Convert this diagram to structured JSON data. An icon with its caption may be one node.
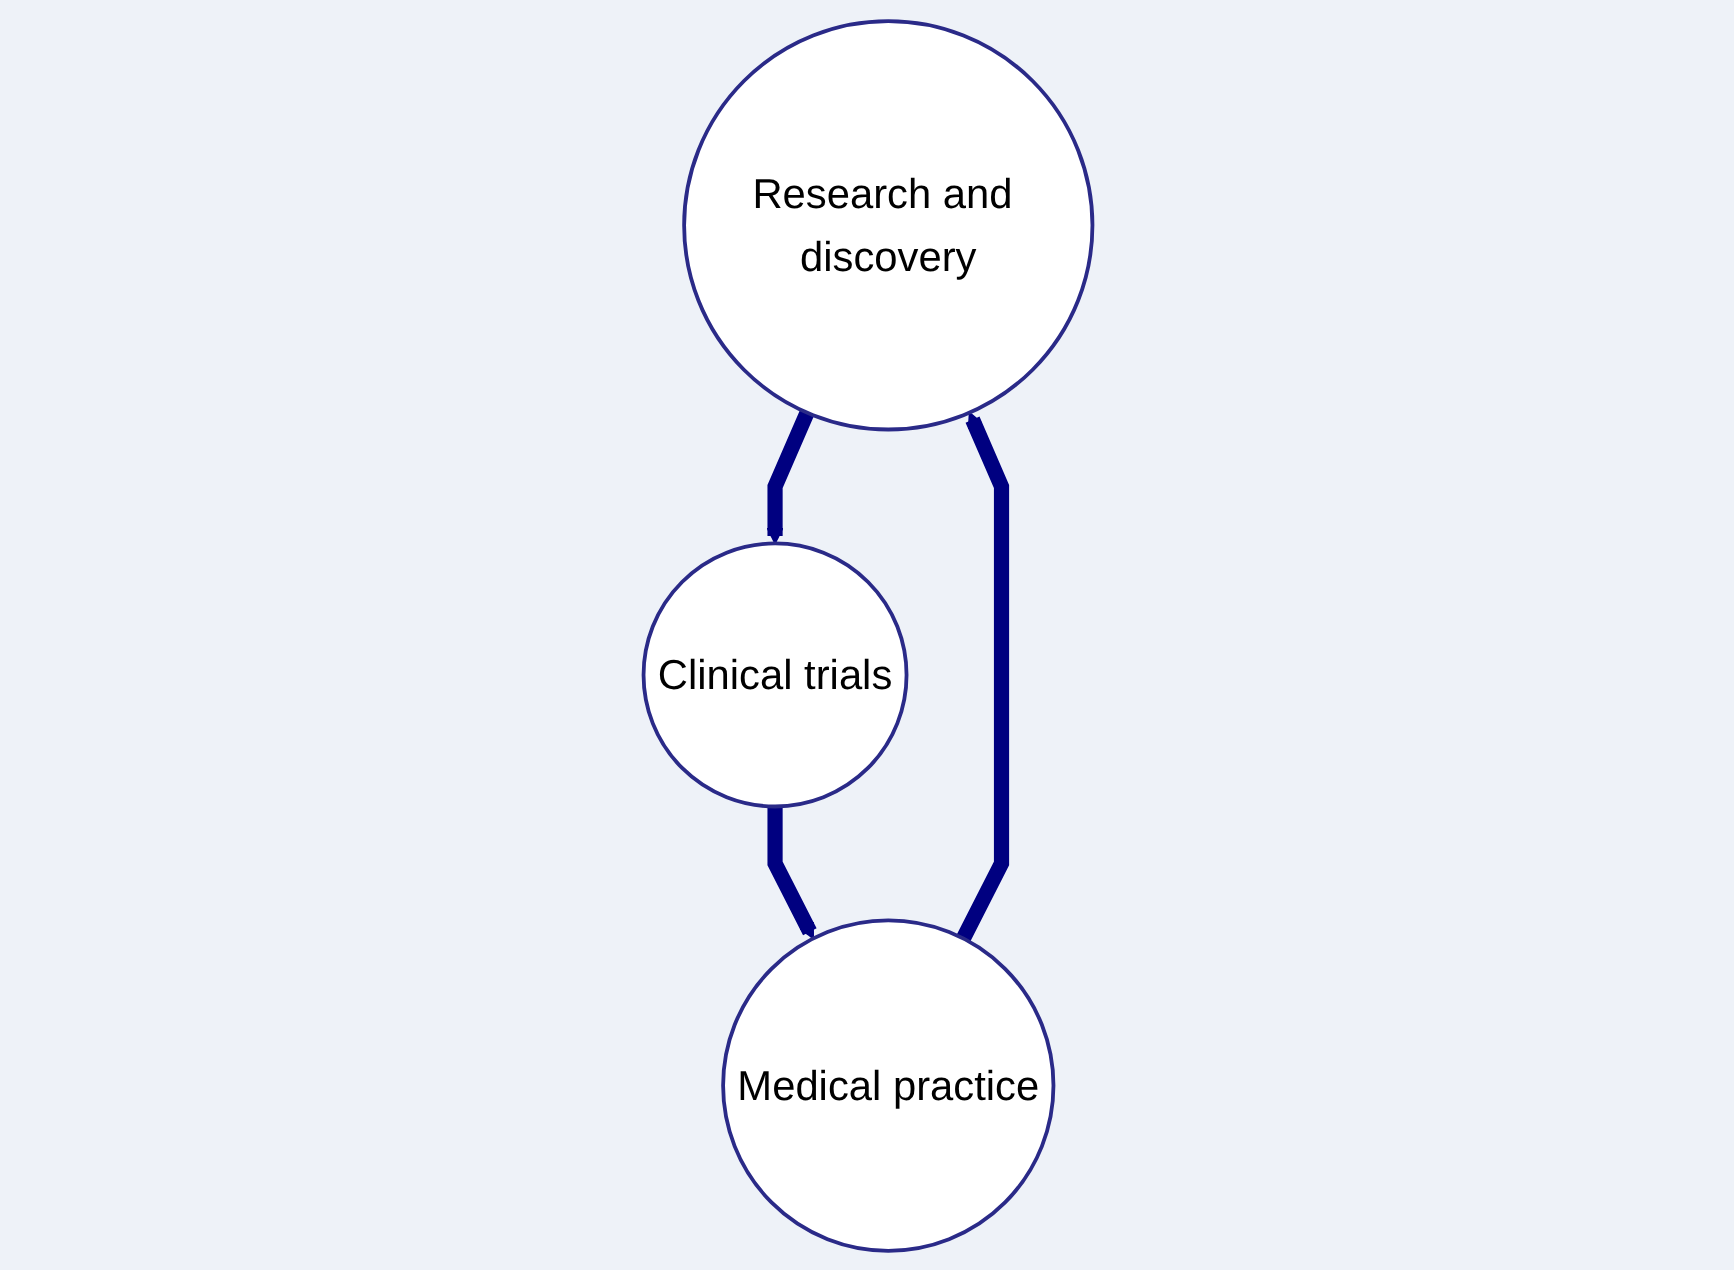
{
  "diagram": {
    "nodes": [
      {
        "text": [
          "Research and discovery"
        ]
      },
      {
        "text": [
          "Clinical trials"
        ]
      },
      {
        "text": [
          "Medical practice"
        ]
      }
    ],
    "edges": [
      {
        "from": 0,
        "to": 1,
        "arrow": "to"
      },
      {
        "from": 1,
        "to": 2,
        "arrow": "to"
      },
      {
        "from": 2,
        "to": 0,
        "arrow": "to"
      }
    ]
  }
}
